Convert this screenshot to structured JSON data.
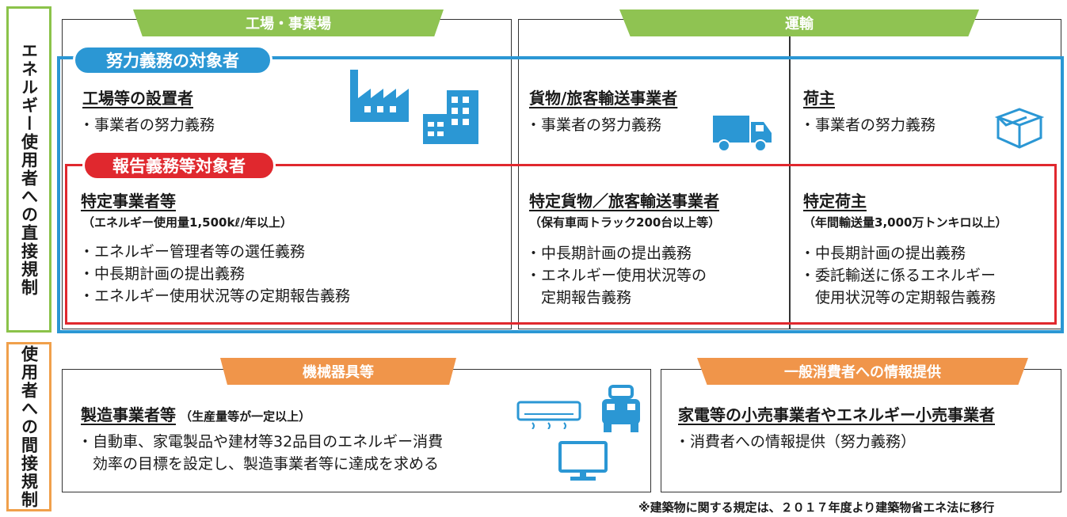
{
  "side_labels": {
    "direct": "エネルギー使用者への直接規制",
    "indirect": "使用者への間接規制"
  },
  "tabs": {
    "factory": "工場・事業場",
    "transport": "運輸",
    "appliances": "機械器具等",
    "consumers": "一般消費者への情報提供"
  },
  "pills": {
    "effort": "努力義務の対象者",
    "report": "報告義務等対象者"
  },
  "factory": {
    "effort_heading": "工場等の設置者",
    "effort_item": "・事業者の努力義務",
    "report_heading": "特定事業者等",
    "report_sub": "（エネルギー使用量1,500kℓ/年以上）",
    "report_items": [
      "・エネルギー管理者等の選任義務",
      "・中長期計画の提出義務",
      "・エネルギー使用状況等の定期報告義務"
    ]
  },
  "carrier": {
    "effort_heading": "貨物/旅客輸送事業者",
    "effort_item": "・事業者の努力義務",
    "report_heading": "特定貨物／旅客輸送事業者",
    "report_sub": "（保有車両トラック200台以上等）",
    "report_items": [
      "・中長期計画の提出義務",
      "・エネルギー使用状況等の",
      "　定期報告義務"
    ]
  },
  "shipper": {
    "effort_heading": "荷主",
    "effort_item": "・事業者の努力義務",
    "report_heading": "特定荷主",
    "report_sub": "（年間輸送量3,000万トンキロ以上）",
    "report_items": [
      "・中長期計画の提出義務",
      "・委託輸送に係るエネルギー",
      "　使用状況等の定期報告義務"
    ]
  },
  "appliances": {
    "heading": "製造事業者等",
    "heading_sub": "（生産量等が一定以上）",
    "items": [
      "・自動車、家電製品や建材等32品目のエネルギー消費",
      "　効率の目標を設定し、製造事業者等に達成を求める"
    ]
  },
  "consumers": {
    "heading": "家電等の小売事業者やエネルギー小売事業者",
    "item": "・消費者への情報提供（努力義務）"
  },
  "footnote": "※建築物に関する規定は、２０１７年度より建築物省エネ法に移行",
  "colors": {
    "green": "#8fc352",
    "orange": "#f0954a",
    "blue": "#2b97d4",
    "red": "#e0282e"
  },
  "icons": [
    "factory-icon",
    "building-icon",
    "truck-icon",
    "box-icon",
    "air-conditioner-icon",
    "car-icon",
    "monitor-icon"
  ]
}
